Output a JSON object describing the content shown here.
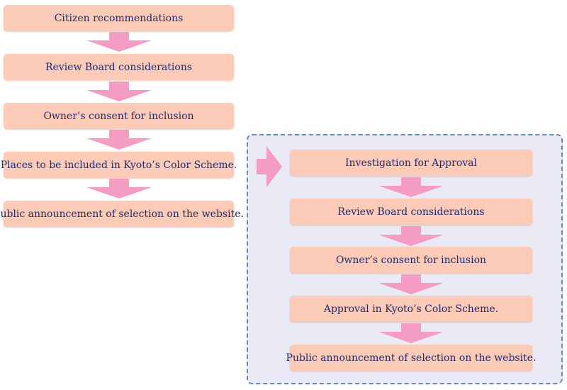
{
  "colors": {
    "box_fill": "#fccbb8",
    "arrow_fill": "#f49cc3",
    "text": "#1f2b6b",
    "group_border": "#6a86b5",
    "group_fill": "#eaeaf6"
  },
  "left_flow": {
    "steps": [
      "Citizen recommendations",
      "Review Board considerations",
      "Owner’s consent for inclusion",
      "Places to be included in Kyoto’s Color Scheme.",
      "Public announcement of selection on the website."
    ]
  },
  "right_flow": {
    "steps": [
      "Investigation for Approval",
      "Review Board considerations",
      "Owner’s consent for inclusion",
      "Approval in Kyoto’s Color Scheme.",
      "Public announcement of selection on the website."
    ]
  }
}
